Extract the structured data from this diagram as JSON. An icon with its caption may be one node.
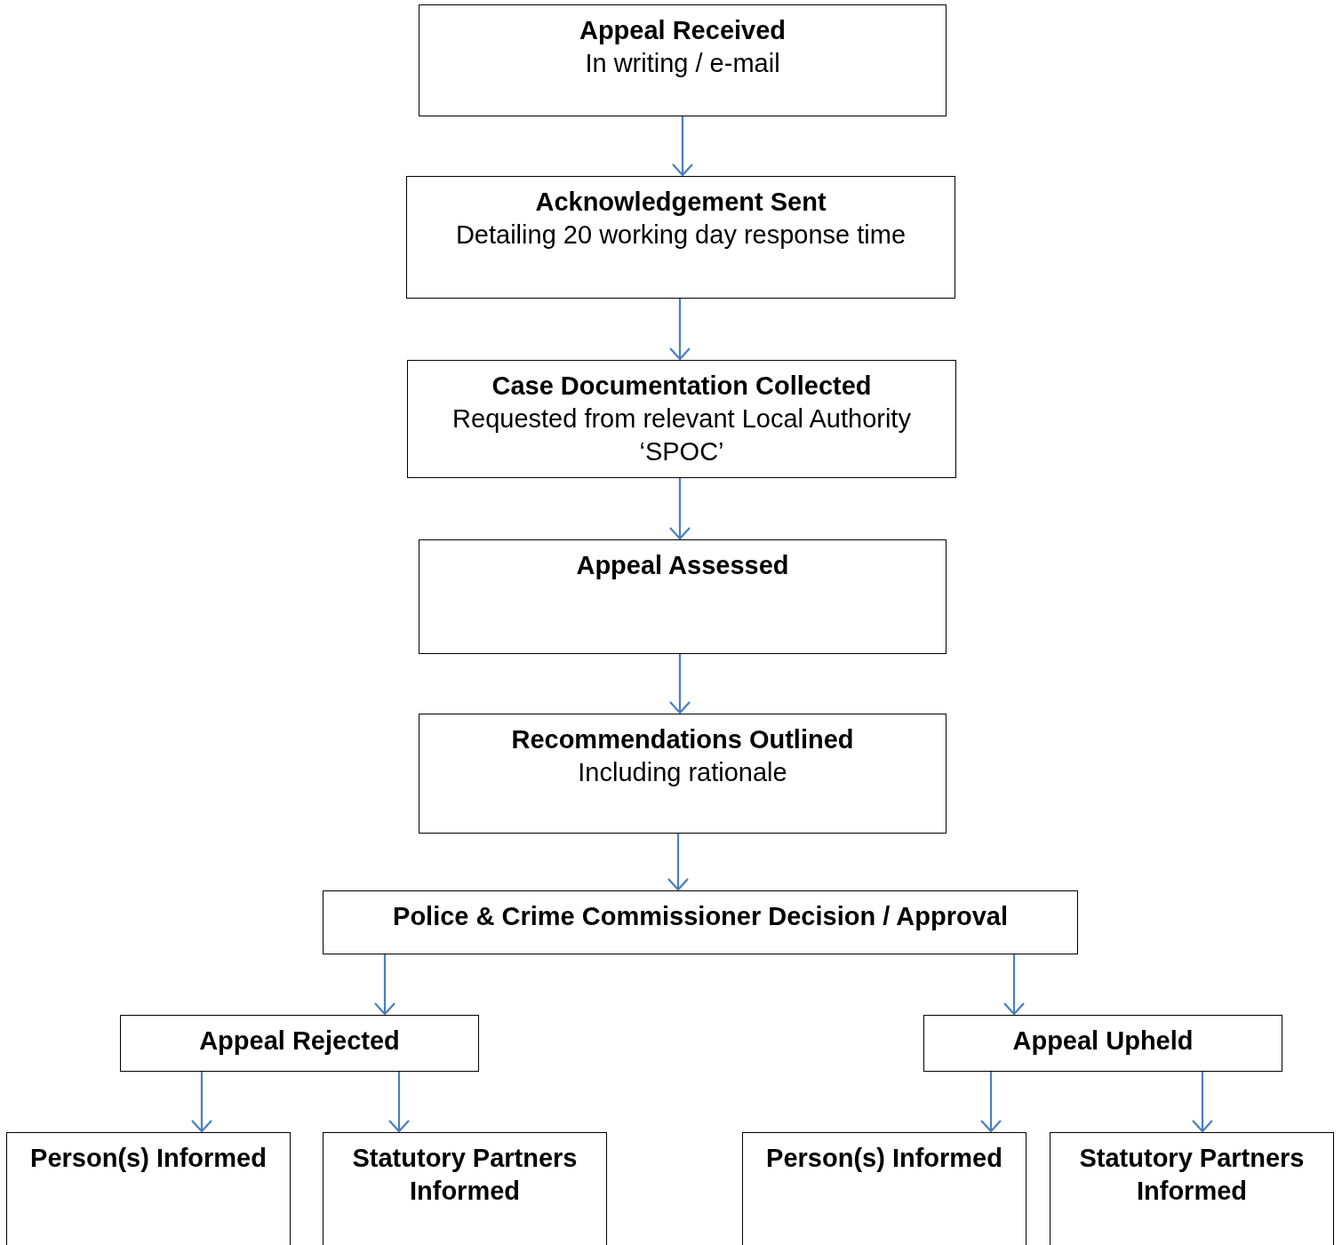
{
  "diagram": {
    "nodes": [
      {
        "text": [
          "Appeal Received",
          "In writing / e-mail"
        ]
      },
      {
        "text": [
          "Acknowledgement Sent",
          "Detailing 20 working day response time"
        ]
      },
      {
        "text": [
          "Case Documentation Collected",
          "Requested from relevant Local Authority ‘SPOC’"
        ]
      },
      {
        "text": [
          "Appeal Assessed"
        ]
      },
      {
        "text": [
          "Recommendations Outlined",
          "Including rationale"
        ]
      },
      {
        "text": [
          "Police & Crime Commissioner Decision / Approval"
        ]
      },
      {
        "text": [
          "Appeal Rejected"
        ]
      },
      {
        "text": [
          "Appeal Upheld"
        ]
      },
      {
        "text": [
          "Person(s) Informed"
        ]
      },
      {
        "text": [
          "Statutory Partners Informed"
        ]
      },
      {
        "text": [
          "Person(s) Informed"
        ]
      },
      {
        "text": [
          "Statutory Partners Informed"
        ]
      }
    ],
    "edges": [
      {
        "from": 0,
        "to": 1,
        "arrow": "to"
      },
      {
        "from": 1,
        "to": 2,
        "arrow": "to"
      },
      {
        "from": 2,
        "to": 3,
        "arrow": "to"
      },
      {
        "from": 3,
        "to": 4,
        "arrow": "to"
      },
      {
        "from": 4,
        "to": 5,
        "arrow": "to"
      },
      {
        "from": 5,
        "to": 6,
        "arrow": "to"
      },
      {
        "from": 5,
        "to": 7,
        "arrow": "to"
      },
      {
        "from": 6,
        "to": 8,
        "arrow": "to"
      },
      {
        "from": 6,
        "to": 9,
        "arrow": "to"
      },
      {
        "from": 7,
        "to": 10,
        "arrow": "to"
      },
      {
        "from": 7,
        "to": 11,
        "arrow": "to"
      }
    ]
  }
}
